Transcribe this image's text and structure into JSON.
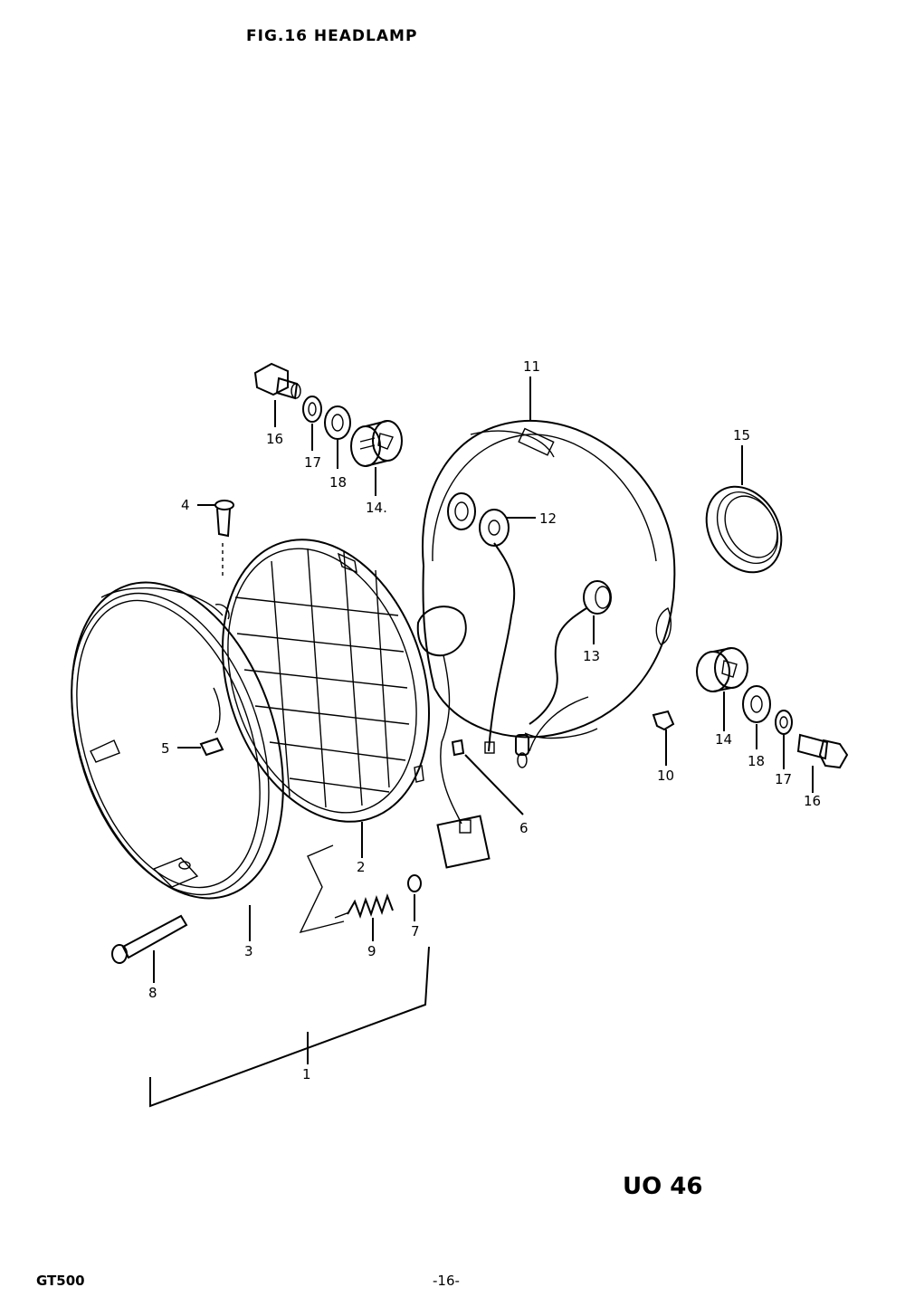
{
  "header": {
    "title": "FIG.16 HEADLAMP"
  },
  "code": "UO 46",
  "footer": {
    "model": "GT500",
    "page": "-16-"
  },
  "callouts": {
    "c1": "1",
    "c2": "2",
    "c3": "3",
    "c4": "4",
    "c5": "5",
    "c6": "6",
    "c7": "7",
    "c8": "8",
    "c9": "9",
    "c10": "10",
    "c11": "11",
    "c12": "12",
    "c13": "13",
    "c14a": "14.",
    "c14b": "14",
    "c15": "15",
    "c16a": "16",
    "c16b": "16",
    "c17a": "17",
    "c17b": "17",
    "c18a": "18",
    "c18b": "18"
  }
}
